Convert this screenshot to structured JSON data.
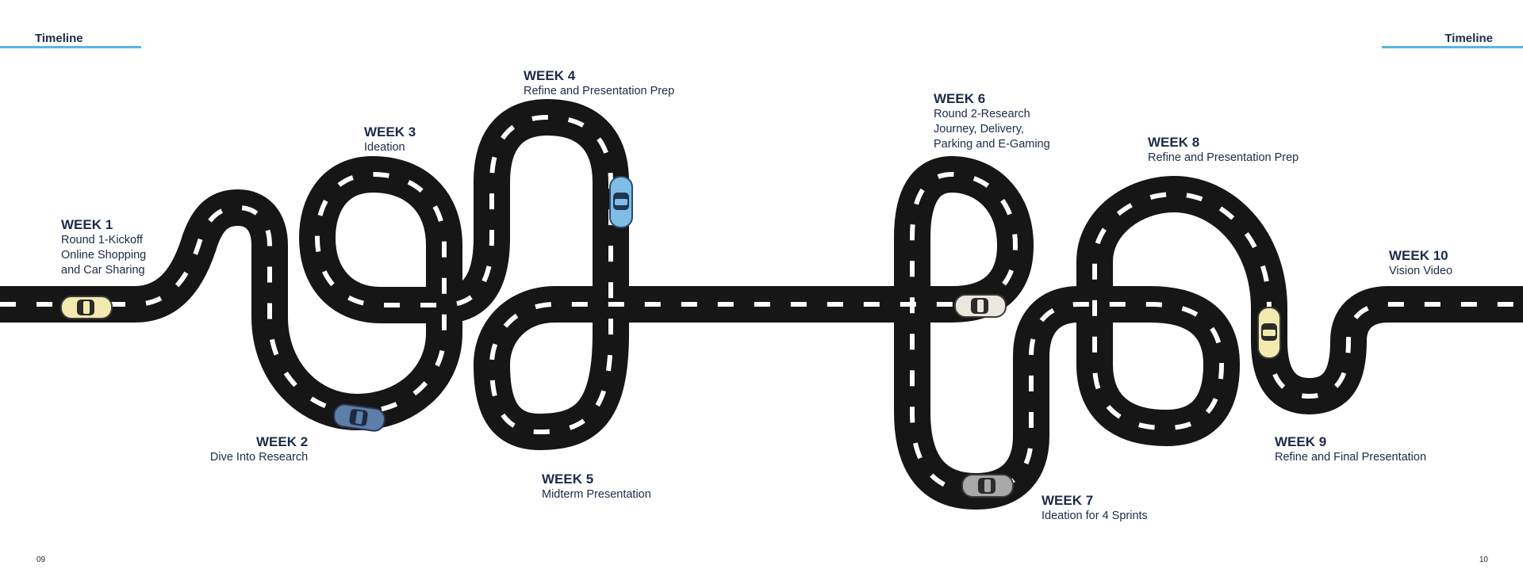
{
  "header": {
    "left_title": "Timeline",
    "right_title": "Timeline"
  },
  "pages": {
    "left": "09",
    "right": "10"
  },
  "colors": {
    "road": "#161616",
    "dash": "#ffffff",
    "accent_rule": "#5ab4e5",
    "text": "#1c2b4a"
  },
  "milestones": [
    {
      "week": "WEEK 1",
      "desc": "Round 1-Kickoff\nOnline Shopping\nand Car Sharing"
    },
    {
      "week": "WEEK 2",
      "desc": "Dive Into Research"
    },
    {
      "week": "WEEK 3",
      "desc": "Ideation"
    },
    {
      "week": "WEEK 4",
      "desc": "Refine and Presentation Prep"
    },
    {
      "week": "WEEK 5",
      "desc": "Midterm Presentation"
    },
    {
      "week": "WEEK 6",
      "desc": "Round 2-Research\nJourney, Delivery,\nParking and E-Gaming"
    },
    {
      "week": "WEEK 7",
      "desc": "Ideation for 4 Sprints"
    },
    {
      "week": "WEEK 8",
      "desc": "Refine and Presentation Prep"
    },
    {
      "week": "WEEK 9",
      "desc": "Refine and Final Presentation"
    },
    {
      "week": "WEEK 10",
      "desc": "Vision Video"
    }
  ]
}
